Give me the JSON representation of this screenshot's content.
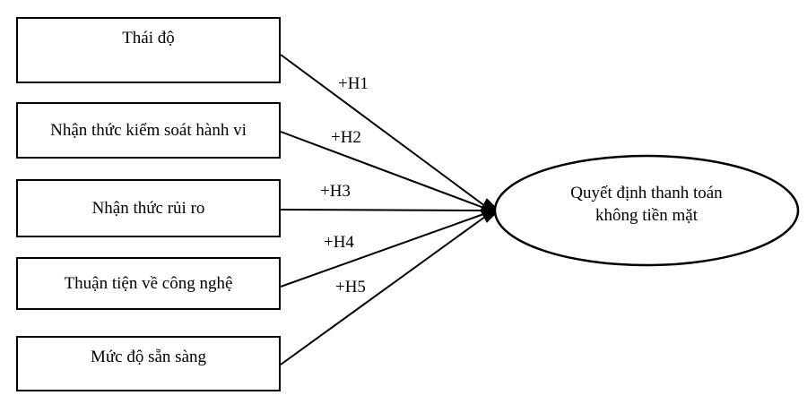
{
  "diagram": {
    "type": "research-model",
    "background_color": "#ffffff",
    "line_color": "#000000",
    "text_color": "#000000",
    "constructs": [
      {
        "id": "attitude",
        "label": "Thái độ"
      },
      {
        "id": "pbc",
        "label": "Nhận thức kiểm soát hành vi"
      },
      {
        "id": "risk",
        "label": "Nhận thức rủi ro"
      },
      {
        "id": "tech",
        "label": "Thuận tiện về công nghệ"
      },
      {
        "id": "readiness",
        "label": "Mức độ sẵn sàng"
      }
    ],
    "hypotheses": [
      {
        "id": "h1",
        "label": "+H1",
        "from": "attitude",
        "to": "outcome"
      },
      {
        "id": "h2",
        "label": "+H2",
        "from": "pbc",
        "to": "outcome"
      },
      {
        "id": "h3",
        "label": "+H3",
        "from": "risk",
        "to": "outcome"
      },
      {
        "id": "h4",
        "label": "+H4",
        "from": "tech",
        "to": "outcome"
      },
      {
        "id": "h5",
        "label": "+H5",
        "from": "readiness",
        "to": "outcome"
      }
    ],
    "outcome": {
      "id": "outcome",
      "shape": "ellipse",
      "label": "Quyết định thanh toán\nkhông tiền mặt"
    }
  }
}
